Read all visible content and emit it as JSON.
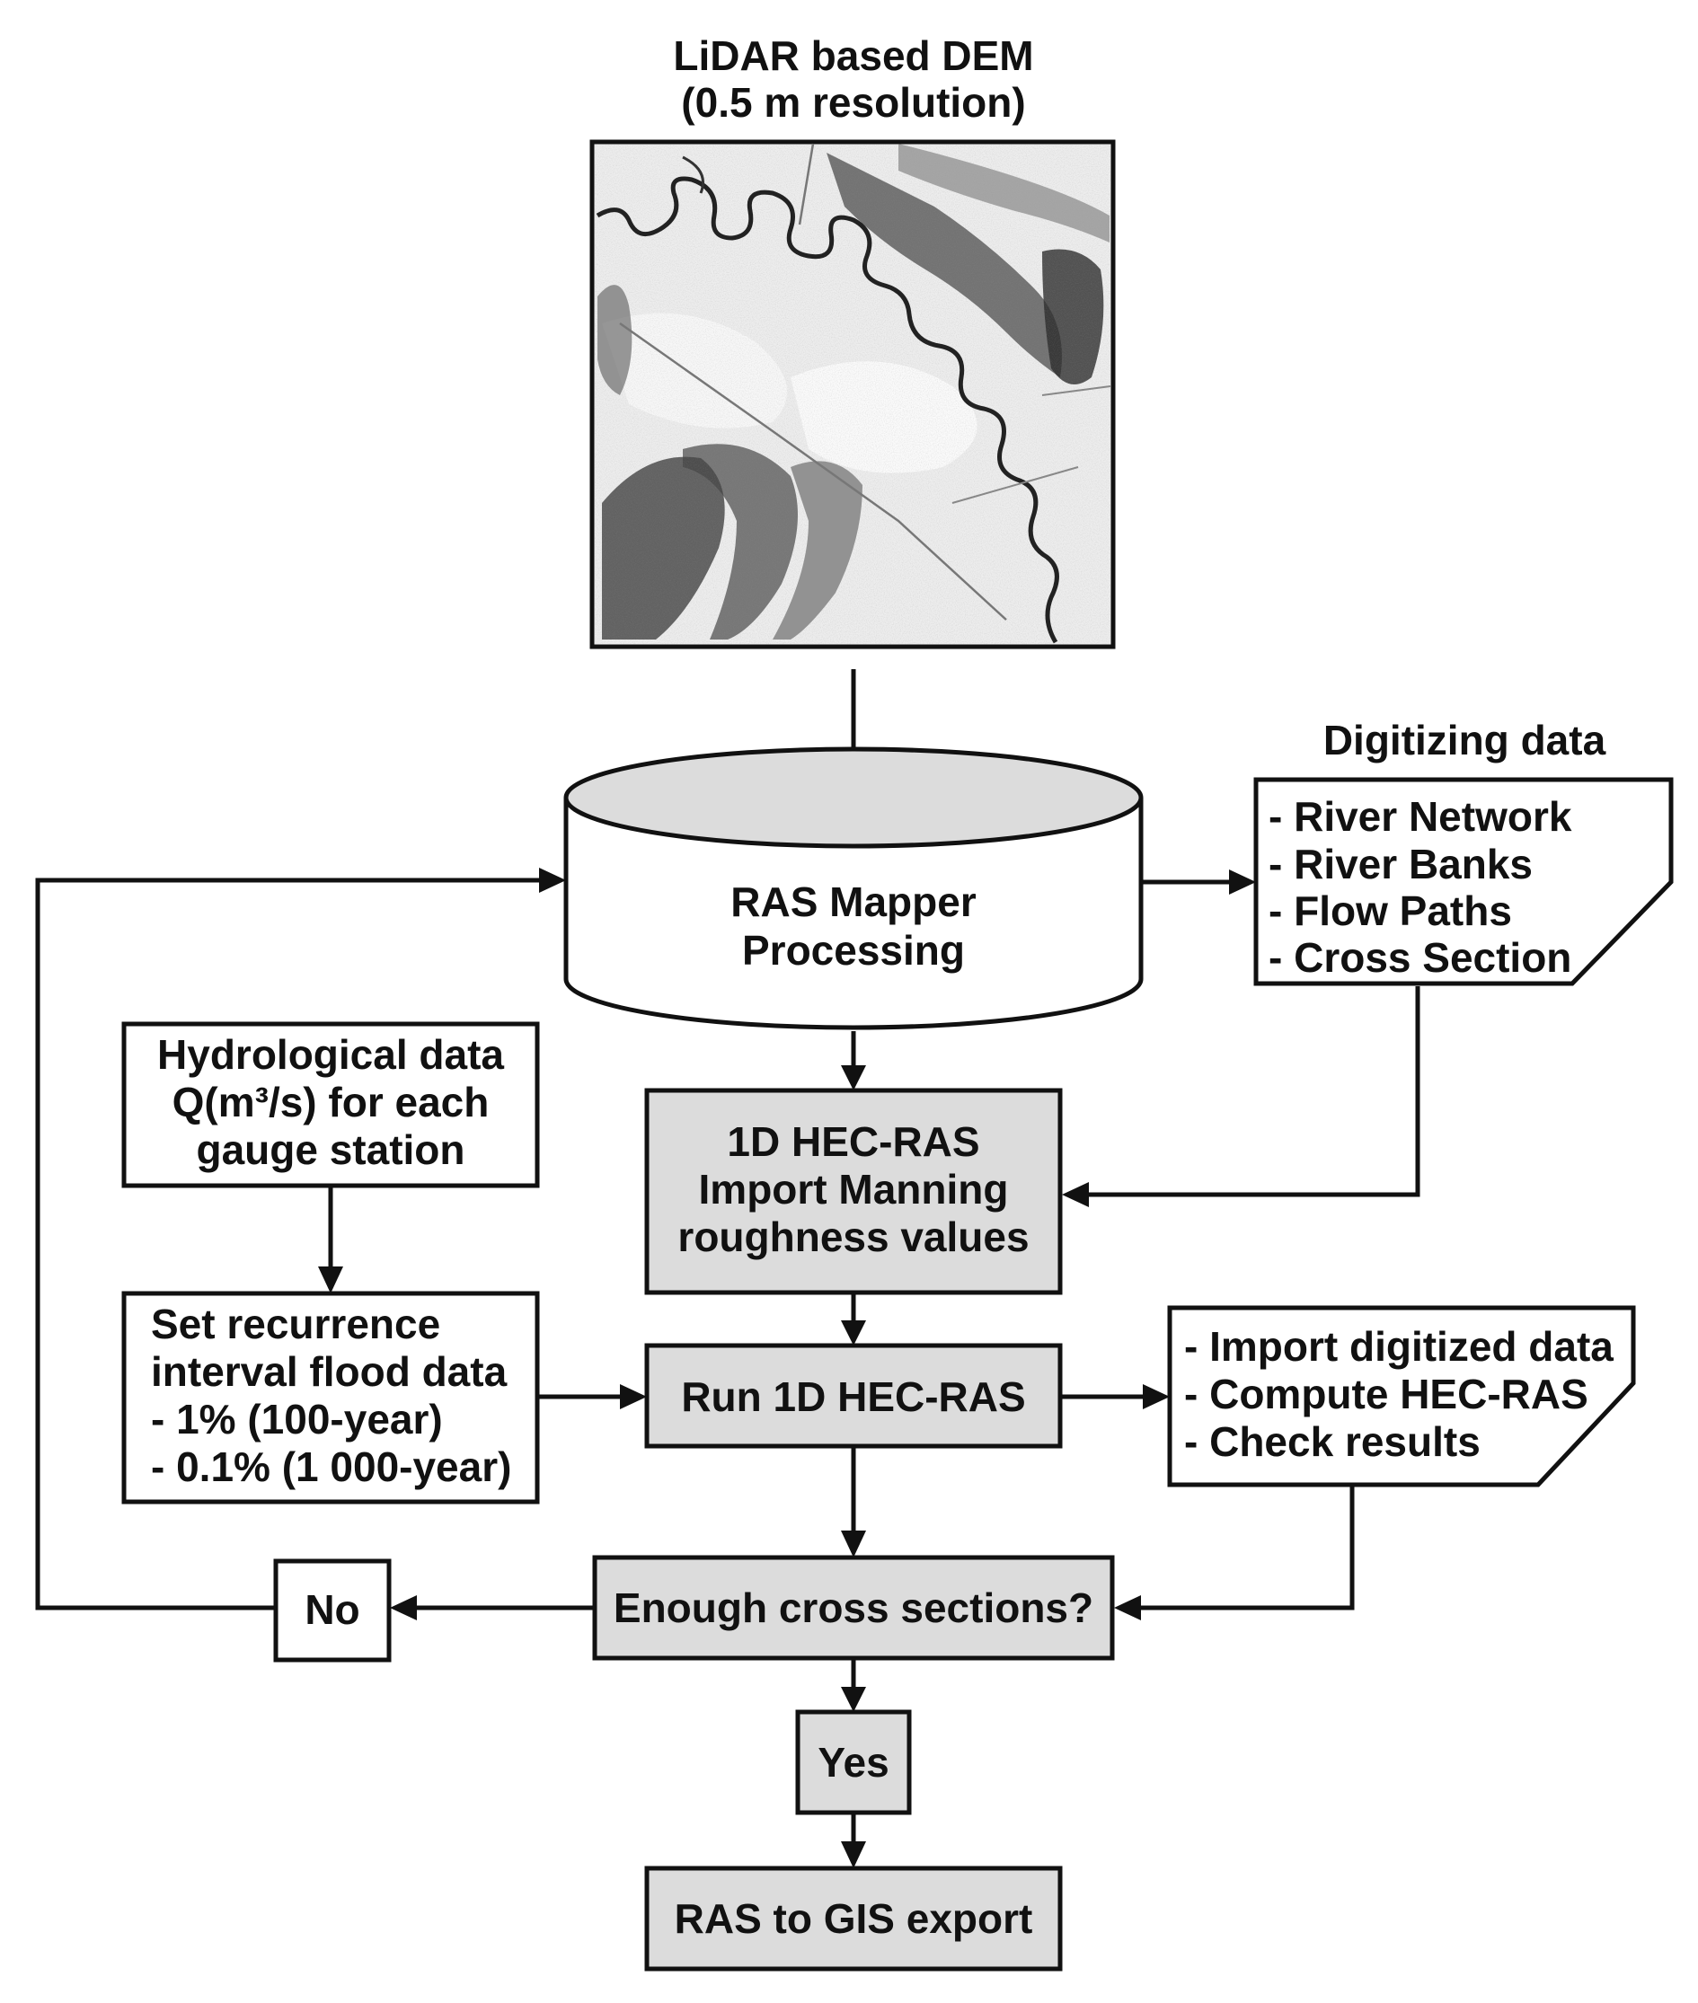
{
  "dem": {
    "title_line1": "LiDAR based DEM",
    "title_line2": "(0.5 m resolution)"
  },
  "processing": {
    "line1": "RAS Mapper",
    "line2": "Processing"
  },
  "digitizing": {
    "title": "Digitizing data",
    "items": [
      "- River Network",
      "- River Banks",
      "- Flow Paths",
      "- Cross Section"
    ]
  },
  "hydrological": {
    "lines": [
      "Hydrological data",
      "Q(m³/s) for each",
      "gauge station"
    ]
  },
  "import_manning": {
    "lines": [
      "1D HEC-RAS",
      "Import Manning",
      "roughness values"
    ]
  },
  "recurrence": {
    "lines": [
      "Set recurrence",
      "interval flood data",
      "- 1% (100-year)",
      "- 0.1% (1 000-year)"
    ]
  },
  "run": {
    "label": "Run 1D HEC-RAS"
  },
  "run_notes": {
    "items": [
      "- Import digitized data",
      "- Compute HEC-RAS",
      "- Check results"
    ]
  },
  "decision": {
    "label": "Enough cross sections?"
  },
  "no": {
    "label": "No"
  },
  "yes": {
    "label": "Yes"
  },
  "export": {
    "label": "RAS to GIS export"
  },
  "colors": {
    "shaded_box": "#dcdcdc",
    "stroke": "#111111",
    "background": "#ffffff"
  }
}
